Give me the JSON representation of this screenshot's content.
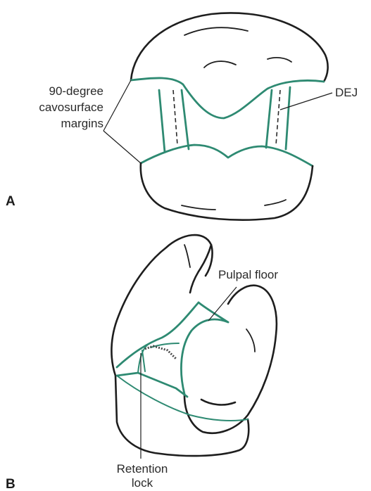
{
  "figure": {
    "panel_a": {
      "letter": "A",
      "labels": {
        "cavosurface_line1": "90-degree",
        "cavosurface_line2": "cavosurface",
        "cavosurface_line3": "margins",
        "dej": "DEJ"
      }
    },
    "panel_b": {
      "letter": "B",
      "labels": {
        "pulpal_floor": "Pulpal floor",
        "retention_line1": "Retention",
        "retention_line2": "lock"
      }
    }
  },
  "colors": {
    "preparation_outline": "#2e8a72",
    "tooth_outline": "#1e1e1e"
  }
}
